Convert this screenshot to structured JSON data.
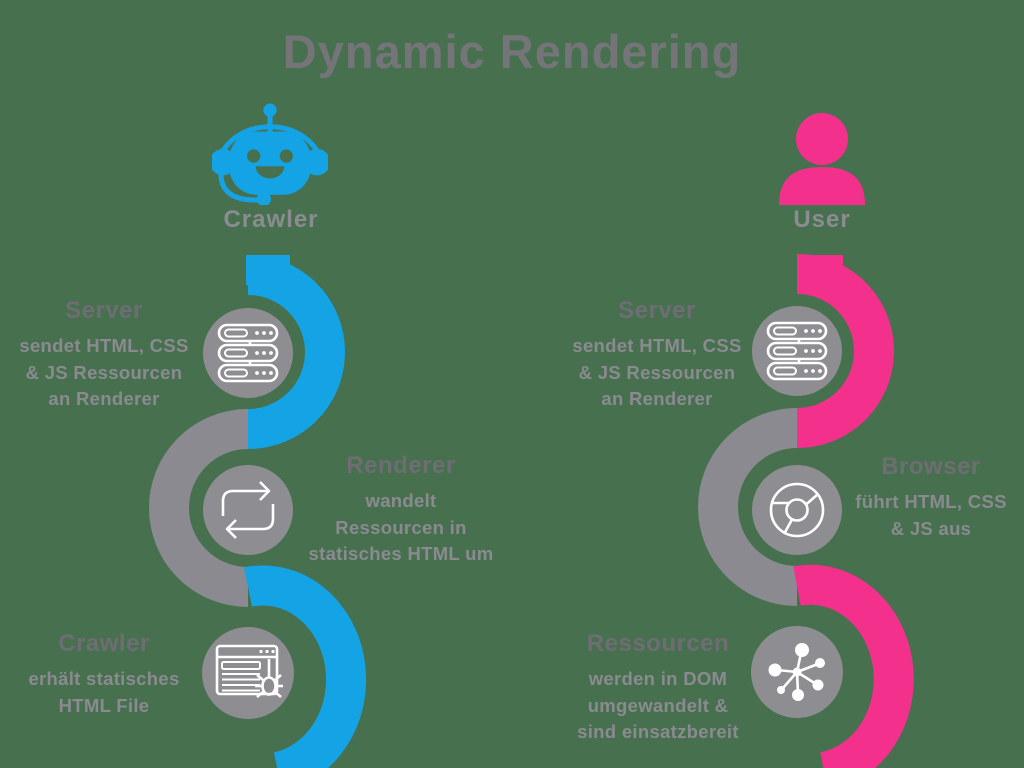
{
  "title": "Dynamic Rendering",
  "colors": {
    "background": "#47714e",
    "blue": "#14a3e5",
    "pink": "#f4308d",
    "arcgray": "#8b8a90",
    "nodegray": "#8e8d92",
    "titlegray": "#757479",
    "heading": "#6e6d74",
    "body": "#8b8a91",
    "label": "#8c8b92",
    "icon": "#ffffff"
  },
  "columns": [
    {
      "actor": {
        "label": "Crawler",
        "icon": "robot-icon"
      },
      "steps": [
        {
          "title": "Server",
          "lines": [
            "sendet HTML, CSS",
            "& JS Ressourcen",
            "an Renderer"
          ],
          "icon": "server-icon"
        },
        {
          "title": "Renderer",
          "lines": [
            "wandelt",
            "Ressourcen in",
            "statisches HTML um"
          ],
          "icon": "sync-arrows-icon"
        },
        {
          "title": "Crawler",
          "lines": [
            "erhält statisches",
            "HTML File"
          ],
          "icon": "browser-bug-icon"
        }
      ]
    },
    {
      "actor": {
        "label": "User",
        "icon": "person-icon"
      },
      "steps": [
        {
          "title": "Server",
          "lines": [
            "sendet HTML, CSS",
            "& JS Ressourcen",
            "an Renderer"
          ],
          "icon": "server-icon"
        },
        {
          "title": "Browser",
          "lines": [
            "führt HTML, CSS",
            "& JS aus"
          ],
          "icon": "chrome-icon"
        },
        {
          "title": "Ressourcen",
          "lines": [
            "werden in DOM",
            "umgewandelt &",
            "sind einsatzbereit"
          ],
          "icon": "network-hub-icon"
        }
      ]
    }
  ]
}
